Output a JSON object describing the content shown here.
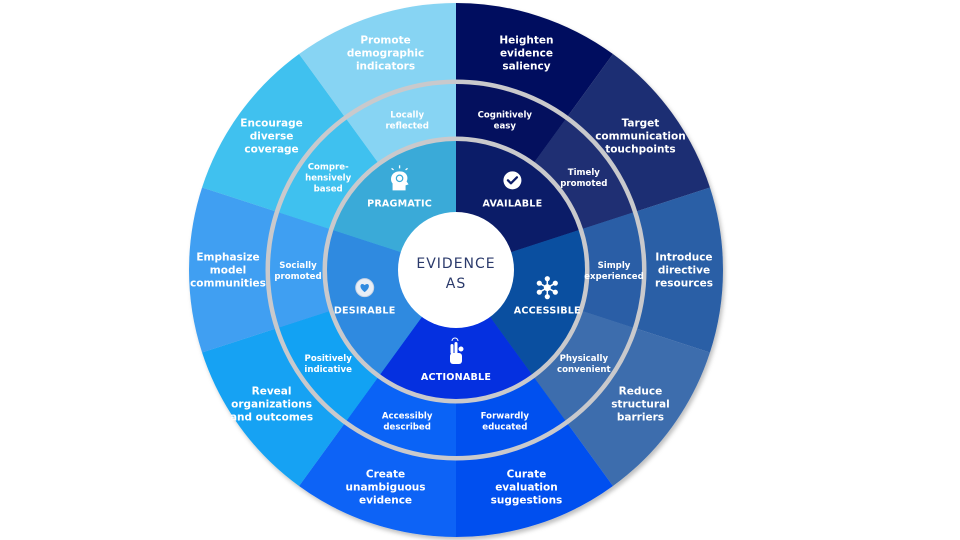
{
  "center": {
    "line1": "EVIDENCE",
    "line2": "AS"
  },
  "outer_ring": [
    {
      "lines": [
        "Heighten",
        "evidence",
        "saliency"
      ],
      "color": "#04105e"
    },
    {
      "lines": [
        "Target",
        "communication",
        "touchpoints"
      ],
      "color": "#1f2f73"
    },
    {
      "lines": [
        "Introduce",
        "directive",
        "resources"
      ],
      "color": "#2a5ea6"
    },
    {
      "lines": [
        "Reduce",
        "structural",
        "barriers"
      ],
      "color": "#3d6dad"
    },
    {
      "lines": [
        "Curate",
        "evaluation",
        "suggestions"
      ],
      "color": "#0050ef"
    },
    {
      "lines": [
        "Create",
        "unambiguous",
        "evidence"
      ],
      "color": "#0a63f6"
    },
    {
      "lines": [
        "Reveal",
        "organizations",
        "and outcomes"
      ],
      "color": "#12a2f3"
    },
    {
      "lines": [
        "Emphasize",
        "model",
        "communities"
      ],
      "color": "#3f9ff2"
    },
    {
      "lines": [
        "Encourage",
        "diverse",
        "coverage"
      ],
      "color": "#3fc1ef"
    },
    {
      "lines": [
        "Promote",
        "demographic",
        "indicators"
      ],
      "color": "#87d4f3"
    }
  ],
  "middle_ring": [
    {
      "lines": [
        "Cognitively",
        "easy"
      ],
      "color": "#04105e"
    },
    {
      "lines": [
        "Timely",
        "promoted"
      ],
      "color": "#1f2f73"
    },
    {
      "lines": [
        "Simply",
        "experienced"
      ],
      "color": "#2a5ea6"
    },
    {
      "lines": [
        "Physically",
        "convenient"
      ],
      "color": "#3d6dad"
    },
    {
      "lines": [
        "Forwardly",
        "educated"
      ],
      "color": "#0050ef"
    },
    {
      "lines": [
        "Accessibly",
        "described"
      ],
      "color": "#0a63f6"
    },
    {
      "lines": [
        "Positively",
        "indicative"
      ],
      "color": "#12a2f3"
    },
    {
      "lines": [
        "Socially",
        "promoted"
      ],
      "color": "#3f9ff2"
    },
    {
      "lines": [
        "Compre-",
        "hensively",
        "based"
      ],
      "color": "#3fc1ef"
    },
    {
      "lines": [
        "Locally",
        "reflected"
      ],
      "color": "#87d4f3"
    }
  ],
  "inner_ring": [
    {
      "label": "AVAILABLE",
      "icon": "check-circle-icon",
      "color": "#0b1c68"
    },
    {
      "label": "ACCESSIBLE",
      "icon": "network-icon",
      "color": "#0a4fa0"
    },
    {
      "label": "ACTIONABLE",
      "icon": "touch-hand-icon",
      "color": "#0530e0"
    },
    {
      "label": "DESIRABLE",
      "icon": "heart-icon",
      "color": "#2f8ae0"
    },
    {
      "label": "PRAGMATIC",
      "icon": "lightbulb-head-icon",
      "color": "#3aaad8"
    }
  ],
  "colors": {
    "ring_border": "#c9c9cc",
    "center_text": "#2b3a6b",
    "center_fill": "#ffffff"
  }
}
